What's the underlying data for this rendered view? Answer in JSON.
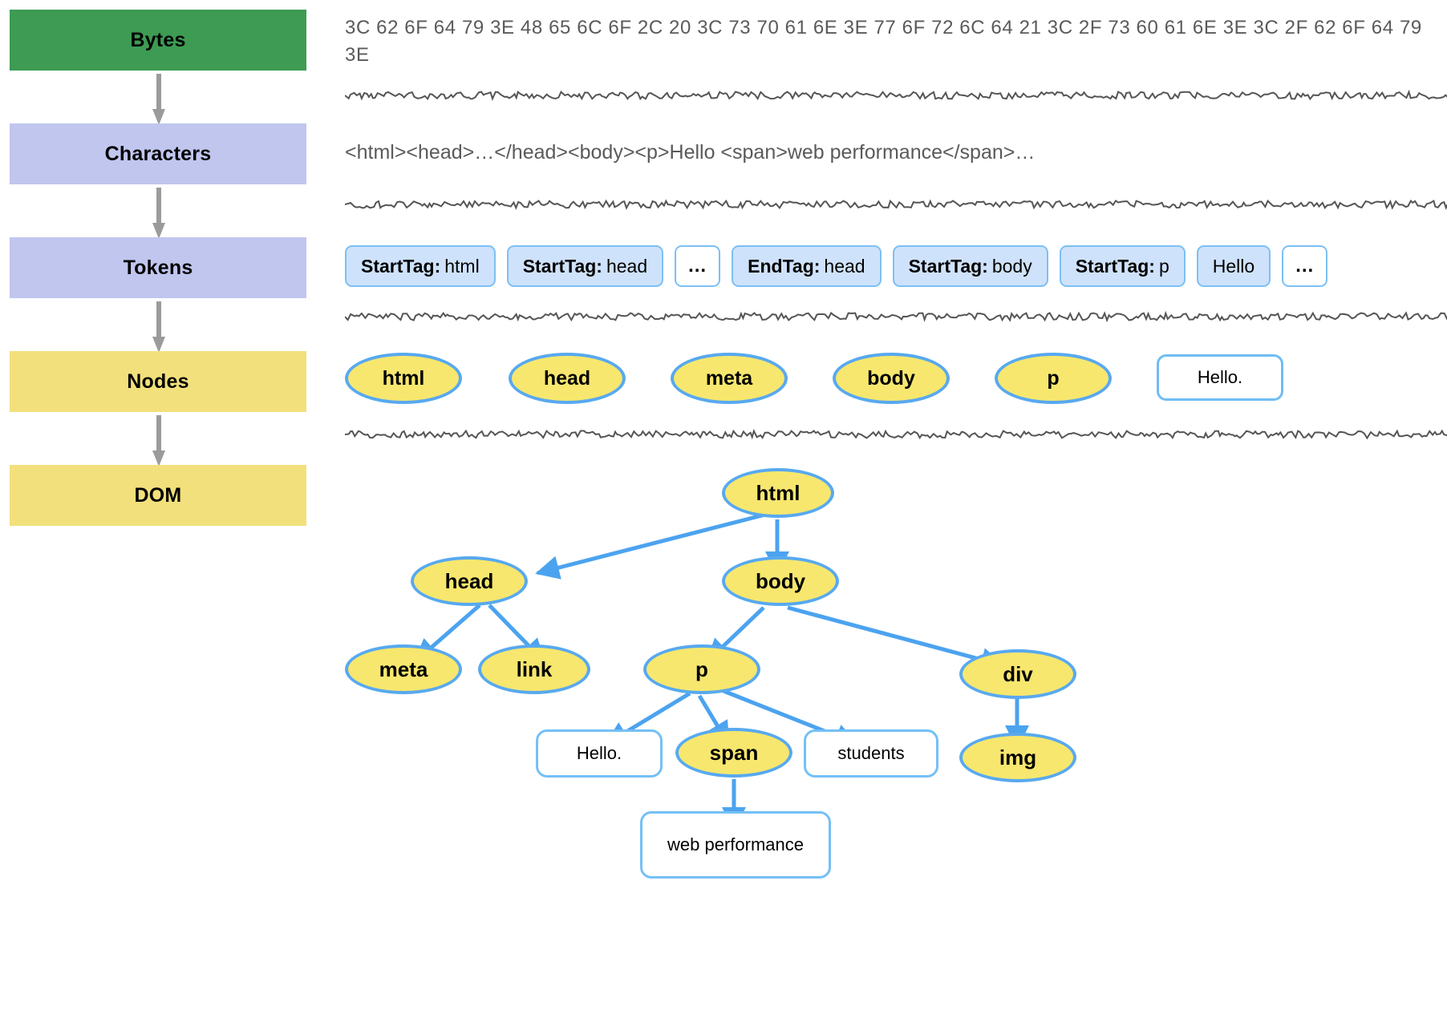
{
  "colors": {
    "green": "#3d9b53",
    "purple": "#c0c6ee",
    "yellow_box": "#f2e07c",
    "node_fill": "#f7e76e",
    "node_stroke": "#58a9ef",
    "token_fill": "#cfe2fb",
    "token_stroke": "#7cc0f5",
    "arrow_gray": "#9b9b9b",
    "body_text": "#5a5a5a",
    "edge_blue": "#4ca3ef"
  },
  "pipeline": {
    "stages": [
      {
        "label": "Bytes",
        "color": "green"
      },
      {
        "label": "Characters",
        "color": "purple"
      },
      {
        "label": "Tokens",
        "color": "purple"
      },
      {
        "label": "Nodes",
        "color": "yellow"
      },
      {
        "label": "DOM",
        "color": "yellow"
      }
    ]
  },
  "stages_detail": {
    "bytes": {
      "hex": "3C 62 6F 64 79 3E 48 65 6C 6F 2C 20 3C 73 70 61 6E 3E 77 6F 72 6C 64 21 3C 2F 73 60 61 6E 3E 3C 2F 62 6F 64 79 3E"
    },
    "characters": {
      "markup": "<html><head>…</head><body><p>Hello <span>web performance</span>…"
    },
    "tokens": {
      "items": [
        {
          "kind": "StartTag:",
          "value": "html",
          "style": "filled"
        },
        {
          "kind": "StartTag:",
          "value": "head",
          "style": "filled"
        },
        {
          "kind": "",
          "value": "…",
          "style": "ellipsis"
        },
        {
          "kind": "EndTag:",
          "value": "head",
          "style": "filled"
        },
        {
          "kind": "StartTag:",
          "value": "body",
          "style": "filled"
        },
        {
          "kind": "StartTag:",
          "value": "p",
          "style": "filled"
        },
        {
          "kind": "",
          "value": "Hello",
          "style": "filled"
        },
        {
          "kind": "",
          "value": "…",
          "style": "ellipsis"
        }
      ]
    },
    "nodes": {
      "items": [
        {
          "label": "html",
          "shape": "ellipse"
        },
        {
          "label": "head",
          "shape": "ellipse"
        },
        {
          "label": "meta",
          "shape": "ellipse"
        },
        {
          "label": "body",
          "shape": "ellipse"
        },
        {
          "label": "p",
          "shape": "ellipse"
        },
        {
          "label": "Hello.",
          "shape": "rect"
        }
      ]
    }
  },
  "dom_tree": {
    "nodes": [
      {
        "id": "html",
        "label": "html",
        "shape": "ellipse"
      },
      {
        "id": "head",
        "label": "head",
        "shape": "ellipse"
      },
      {
        "id": "body",
        "label": "body",
        "shape": "ellipse"
      },
      {
        "id": "meta",
        "label": "meta",
        "shape": "ellipse"
      },
      {
        "id": "link",
        "label": "link",
        "shape": "ellipse"
      },
      {
        "id": "p",
        "label": "p",
        "shape": "ellipse"
      },
      {
        "id": "div",
        "label": "div",
        "shape": "ellipse"
      },
      {
        "id": "hello",
        "label": "Hello.",
        "shape": "rect"
      },
      {
        "id": "span",
        "label": "span",
        "shape": "ellipse"
      },
      {
        "id": "stud",
        "label": "students",
        "shape": "rect"
      },
      {
        "id": "img",
        "label": "img",
        "shape": "ellipse"
      },
      {
        "id": "webp",
        "label": "web performance",
        "shape": "rect"
      }
    ],
    "edges": [
      {
        "from": "html",
        "to": "head"
      },
      {
        "from": "html",
        "to": "body"
      },
      {
        "from": "head",
        "to": "meta"
      },
      {
        "from": "head",
        "to": "link"
      },
      {
        "from": "body",
        "to": "p"
      },
      {
        "from": "body",
        "to": "div"
      },
      {
        "from": "p",
        "to": "hello"
      },
      {
        "from": "p",
        "to": "span"
      },
      {
        "from": "p",
        "to": "stud"
      },
      {
        "from": "div",
        "to": "img"
      },
      {
        "from": "span",
        "to": "webp"
      }
    ]
  }
}
